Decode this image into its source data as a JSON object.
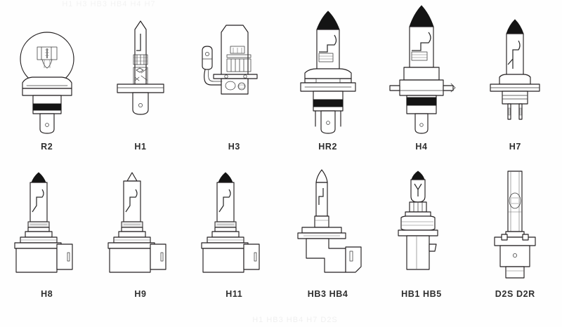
{
  "sheet": {
    "title": "Automotive halogen and xenon bulb type reference chart",
    "background_color": "#ffffff",
    "line_color": "#231f20",
    "label_color": "#2e2e2e",
    "rows": 2,
    "columns": 6,
    "total_bulbs": 12
  },
  "edges": {
    "top_cropped_text": "H1   H3   HB3 HB4   H4   H7",
    "bottom_cropped_text": "H1   HB3 HB4   H7   D2S"
  },
  "rows": [
    {
      "name": "top-row",
      "bulbs": [
        {
          "label": "R2",
          "icon": "bulb-r2-icon",
          "tip": "black-cap",
          "envelope": "round-globe"
        },
        {
          "label": "H1",
          "icon": "bulb-h1-icon",
          "tip": "clear",
          "envelope": "slim-tube"
        },
        {
          "label": "H3",
          "icon": "bulb-h3-icon",
          "tip": "clear",
          "envelope": "tube-with-lead"
        },
        {
          "label": "HR2",
          "icon": "bulb-hr2-icon",
          "tip": "black-cap",
          "envelope": "wide-tube"
        },
        {
          "label": "H4",
          "icon": "bulb-h4-icon",
          "tip": "black-cap",
          "envelope": "wide-tube"
        },
        {
          "label": "H7",
          "icon": "bulb-h7-icon",
          "tip": "black-cap",
          "envelope": "tube"
        }
      ]
    },
    {
      "name": "bottom-row",
      "bulbs": [
        {
          "label": "H8",
          "icon": "bulb-h8-icon",
          "tip": "black-cap",
          "envelope": "tube-plastic-base"
        },
        {
          "label": "H9",
          "icon": "bulb-h9-icon",
          "tip": "clear",
          "envelope": "tube-plastic-base"
        },
        {
          "label": "H11",
          "icon": "bulb-h11-icon",
          "tip": "black-cap",
          "envelope": "tube-plastic-base"
        },
        {
          "label": "HB3  HB4",
          "icon": "bulb-hb3-hb4-icon",
          "tip": "clear",
          "envelope": "tube-angled-base"
        },
        {
          "label": "HB1  HB5",
          "icon": "bulb-hb1-hb5-icon",
          "tip": "black-cap",
          "envelope": "globe-ribbed-base"
        },
        {
          "label": "D2S  D2R",
          "icon": "bulb-d2s-d2r-icon",
          "tip": "clear",
          "envelope": "xenon-burner"
        }
      ]
    }
  ]
}
